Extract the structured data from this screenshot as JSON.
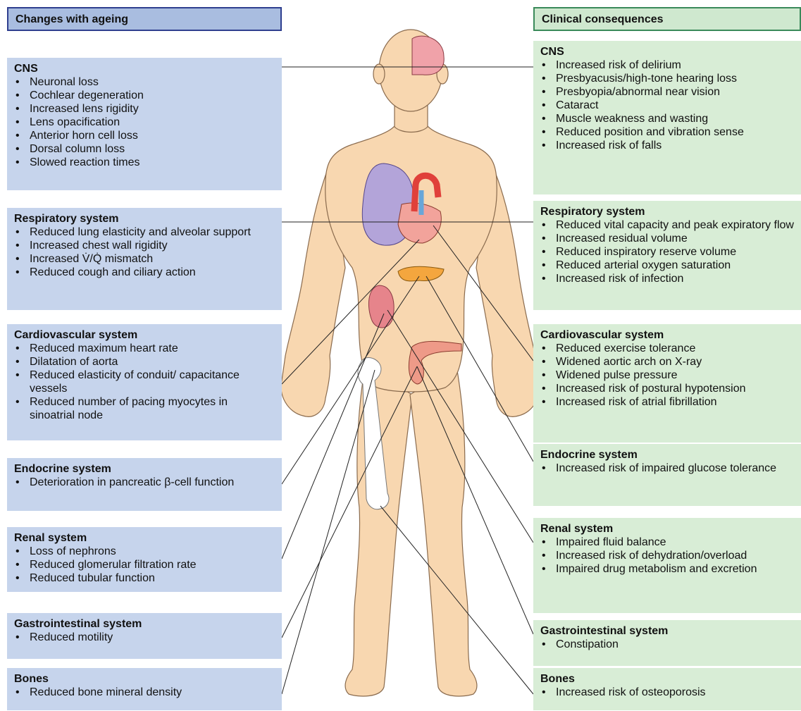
{
  "header": {
    "left_title": "Changes with ageing",
    "right_title": "Clinical consequences"
  },
  "left_sections": [
    {
      "title": "CNS",
      "items": [
        "Neuronal loss",
        "Cochlear degeneration",
        "Increased lens rigidity",
        "Lens opacification",
        "Anterior horn cell loss",
        "Dorsal column loss",
        "Slowed reaction times"
      ]
    },
    {
      "title": "Respiratory system",
      "items": [
        "Reduced lung elasticity and alveolar support",
        "Increased chest wall rigidity",
        "Increased V̇/Q̇ mismatch",
        "Reduced cough and ciliary action"
      ]
    },
    {
      "title": "Cardiovascular system",
      "items": [
        "Reduced maximum heart rate",
        "Dilatation of aorta",
        "Reduced elasticity of conduit/ capacitance vessels",
        "Reduced number of pacing myocytes in sinoatrial node"
      ]
    },
    {
      "title": "Endocrine system",
      "items": [
        "Deterioration in pancreatic β-cell function"
      ]
    },
    {
      "title": "Renal system",
      "items": [
        "Loss of nephrons",
        "Reduced glomerular filtration rate",
        "Reduced tubular function"
      ]
    },
    {
      "title": "Gastrointestinal system",
      "items": [
        "Reduced motility"
      ]
    },
    {
      "title": "Bones",
      "items": [
        "Reduced bone mineral density"
      ]
    }
  ],
  "right_sections": [
    {
      "title": "CNS",
      "items": [
        "Increased risk of delirium",
        "Presbyacusis/high-tone hearing loss",
        "Presbyopia/abnormal near vision",
        "Cataract",
        "Muscle weakness and wasting",
        "Reduced position and vibration sense",
        "Increased risk of falls"
      ]
    },
    {
      "title": "Respiratory system",
      "items": [
        "Reduced vital capacity and peak expiratory flow",
        "Increased residual volume",
        "Reduced inspiratory reserve volume",
        "Reduced arterial oxygen saturation",
        "Increased risk of infection"
      ]
    },
    {
      "title": "Cardiovascular system",
      "items": [
        "Reduced exercise tolerance",
        "Widened aortic arch on X-ray",
        "Widened pulse pressure",
        "Increased risk of postural hypotension",
        "Increased risk of atrial fibrillation"
      ]
    },
    {
      "title": "Endocrine system",
      "items": [
        "Increased risk of impaired glucose tolerance"
      ]
    },
    {
      "title": "Renal system",
      "items": [
        "Impaired fluid balance",
        "Increased risk of dehydration/overload",
        "Impaired drug metabolism and excretion"
      ]
    },
    {
      "title": "Gastrointestinal system",
      "items": [
        "Constipation"
      ]
    },
    {
      "title": "Bones",
      "items": [
        "Increased risk of osteoporosis"
      ]
    }
  ],
  "colors": {
    "skin": "#f8d7b0",
    "skin_outline": "#8a6b4e",
    "brain": "#f0a2a9",
    "lung": "#b3a4d9",
    "heart": "#f2a39b",
    "aorta": "#e0403a",
    "vessel_blue": "#69a6d8",
    "pancreas": "#f4a63e",
    "kidney": "#e6848b",
    "bowel": "#ee9a88",
    "bone": "#ffffff"
  }
}
